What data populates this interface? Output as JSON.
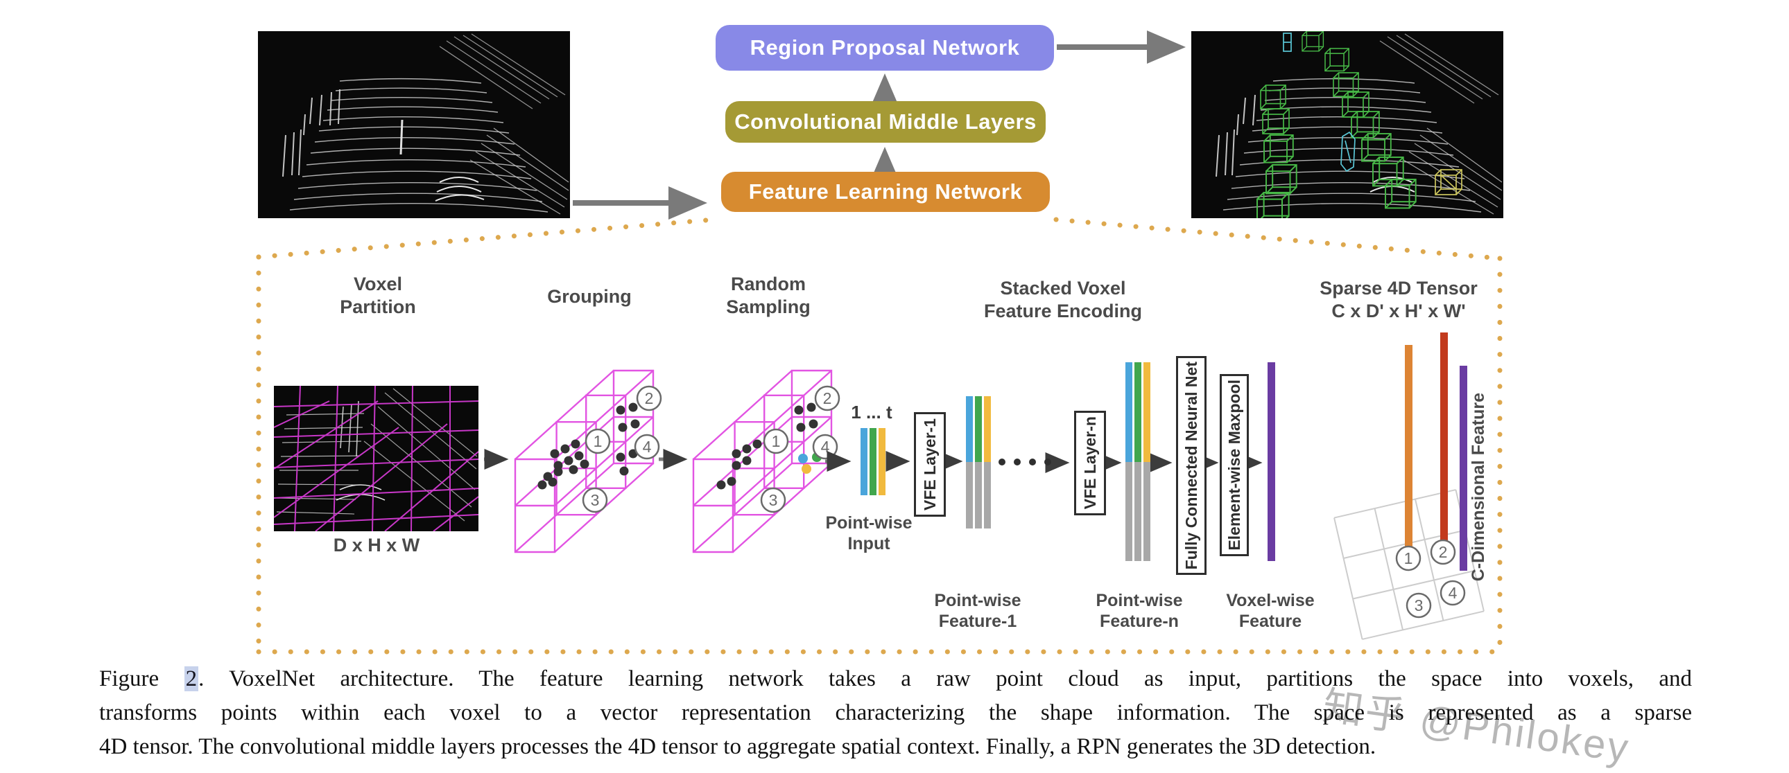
{
  "flow": {
    "boxes": [
      {
        "label": "Region Proposal Network"
      },
      {
        "label": "Convolutional Middle Layers"
      },
      {
        "label": "Feature Learning Network"
      }
    ]
  },
  "pipeline": {
    "columns": [
      {
        "lines": [
          "Voxel",
          "Partition"
        ]
      },
      {
        "lines": [
          "Grouping"
        ]
      },
      {
        "lines": [
          "Random",
          "Sampling"
        ]
      },
      {
        "lines": [
          "Stacked Voxel",
          "Feature Encoding"
        ]
      },
      {
        "lines": [
          "Sparse 4D Tensor",
          "C x D' x H' x W'"
        ]
      }
    ],
    "labels": {
      "voxel_dims": "D x H x W",
      "sequence": "1 ... t",
      "pointwise_input": [
        "Point-wise",
        "Input"
      ],
      "vfe_layer_1": "VFE Layer-1",
      "vfe_layer_n": "VFE Layer-n",
      "pointwise_feature_1": [
        "Point-wise",
        "Feature-1"
      ],
      "pointwise_feature_n": [
        "Point-wise",
        "Feature-n"
      ],
      "fully_connected": "Fully Connected Neural Net",
      "maxpool": "Element-wise Maxpool",
      "voxelwise_feature": [
        "Voxel-wise",
        "Feature"
      ],
      "c_dimensional": "C-Dimensional Feature"
    },
    "voxel_numbers": [
      "1",
      "2",
      "3",
      "4"
    ]
  },
  "caption": {
    "prefix": "Figure ",
    "number": "2",
    "line1_rest": ". VoxelNet architecture.  The feature learning network takes a raw point cloud as input, partitions the space into voxels, and",
    "line2": "transforms points within each voxel to a vector representation characterizing the shape information.  The space is represented as a sparse",
    "line3": "4D tensor. The convolutional middle layers processes the 4D tensor to aggregate spatial context. Finally, a RPN generates the 3D detection."
  },
  "watermark": "知乎 @Philokey",
  "colors": {
    "rpn": "#8889e7",
    "cml": "#a59a35",
    "fln": "#d78b30",
    "arrow": "#7a7a7a",
    "dotted": "#dda84e",
    "magenta": "#e254e2",
    "bar_blue": "#4aa5db",
    "bar_green": "#41a64d",
    "bar_yellow": "#f1ba3e",
    "bar_gray": "#a8a8a8",
    "bar_purple": "#6a3ca2",
    "bar_orange": "#dd8434",
    "bar_red": "#c23a1d",
    "header_text": "#4a4a4a",
    "caption_link_bg": "#c7d2ec",
    "watermark": "#b4b4b4"
  }
}
